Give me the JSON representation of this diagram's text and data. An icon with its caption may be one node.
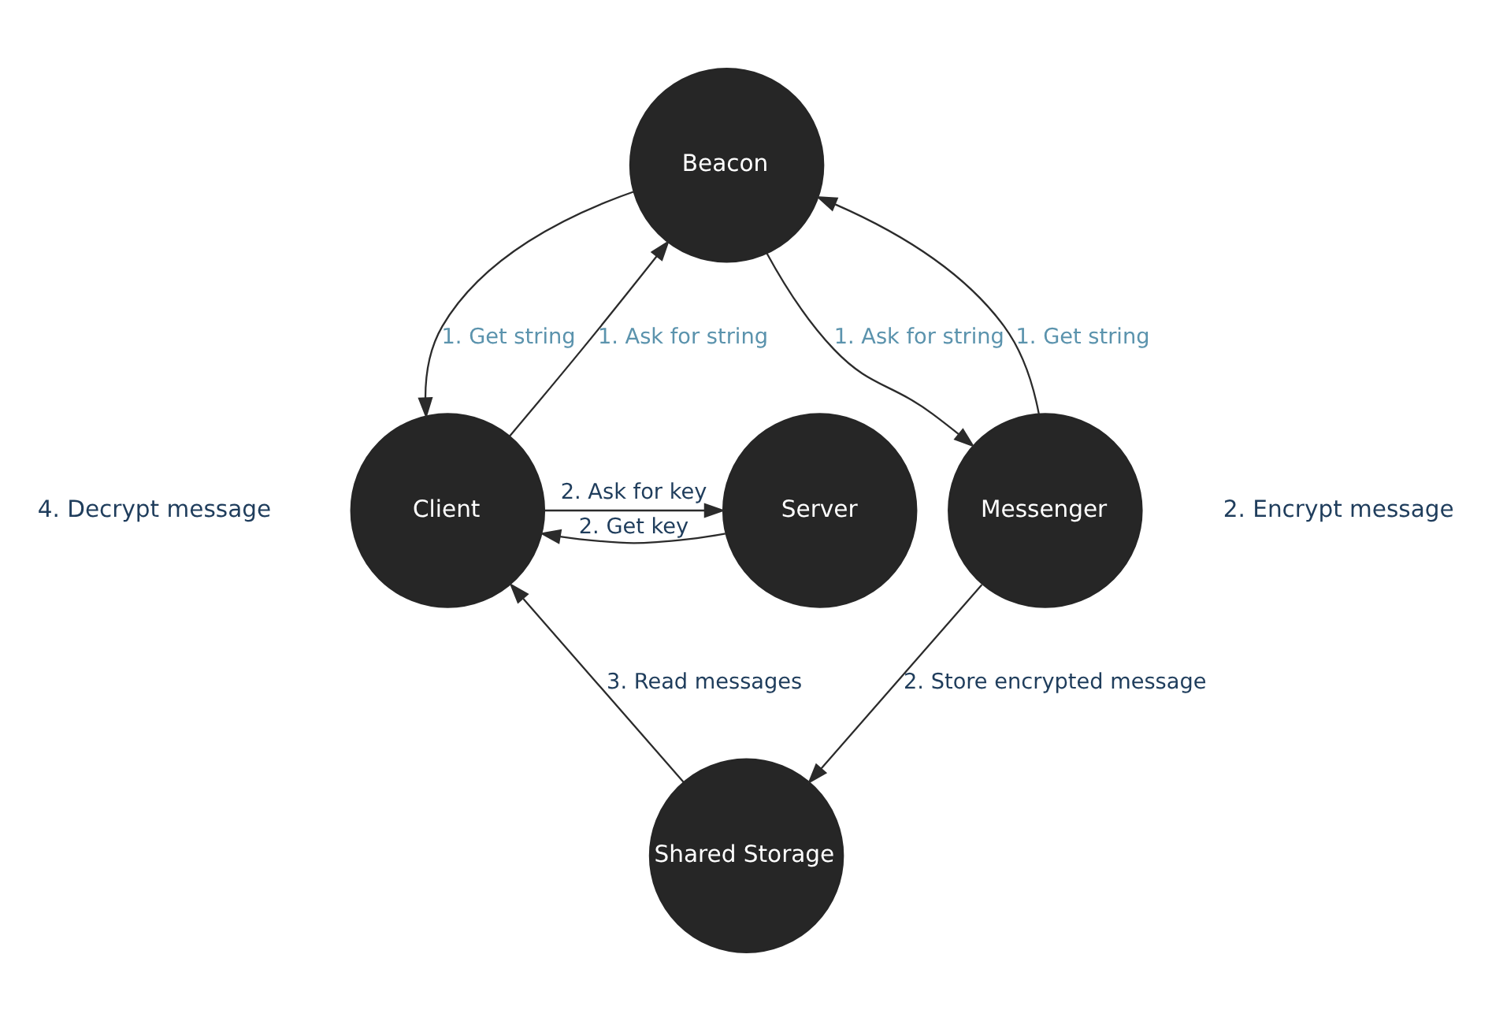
{
  "diagram": {
    "nodes": [
      {
        "text": [
          "Beacon"
        ]
      },
      {
        "text": [
          "Client"
        ],
        "beside": [
          "4. Decrypt message"
        ]
      },
      {
        "text": [
          "Server"
        ]
      },
      {
        "text": [
          "Messenger"
        ],
        "beside": [
          "2. Encrypt message"
        ]
      },
      {
        "text": [
          "Shared Storage"
        ]
      }
    ],
    "edges": [
      {
        "from": 1,
        "to": 0,
        "arrow": "to",
        "label": "1. Ask for string"
      },
      {
        "from": 0,
        "to": 1,
        "arrow": "to",
        "label": "1. Get string"
      },
      {
        "from": 0,
        "to": 3,
        "arrow": "to",
        "label": "1. Ask for string"
      },
      {
        "from": 3,
        "to": 0,
        "arrow": "to",
        "label": "1. Get string"
      },
      {
        "from": 1,
        "to": 2,
        "arrow": "to",
        "label": "2. Ask for key"
      },
      {
        "from": 2,
        "to": 1,
        "arrow": "to",
        "label": "2. Get key"
      },
      {
        "from": 3,
        "to": 4,
        "arrow": "to",
        "label": "2. Store encrypted message"
      },
      {
        "from": 4,
        "to": 1,
        "arrow": "to",
        "label": "3. Read messages"
      }
    ]
  }
}
